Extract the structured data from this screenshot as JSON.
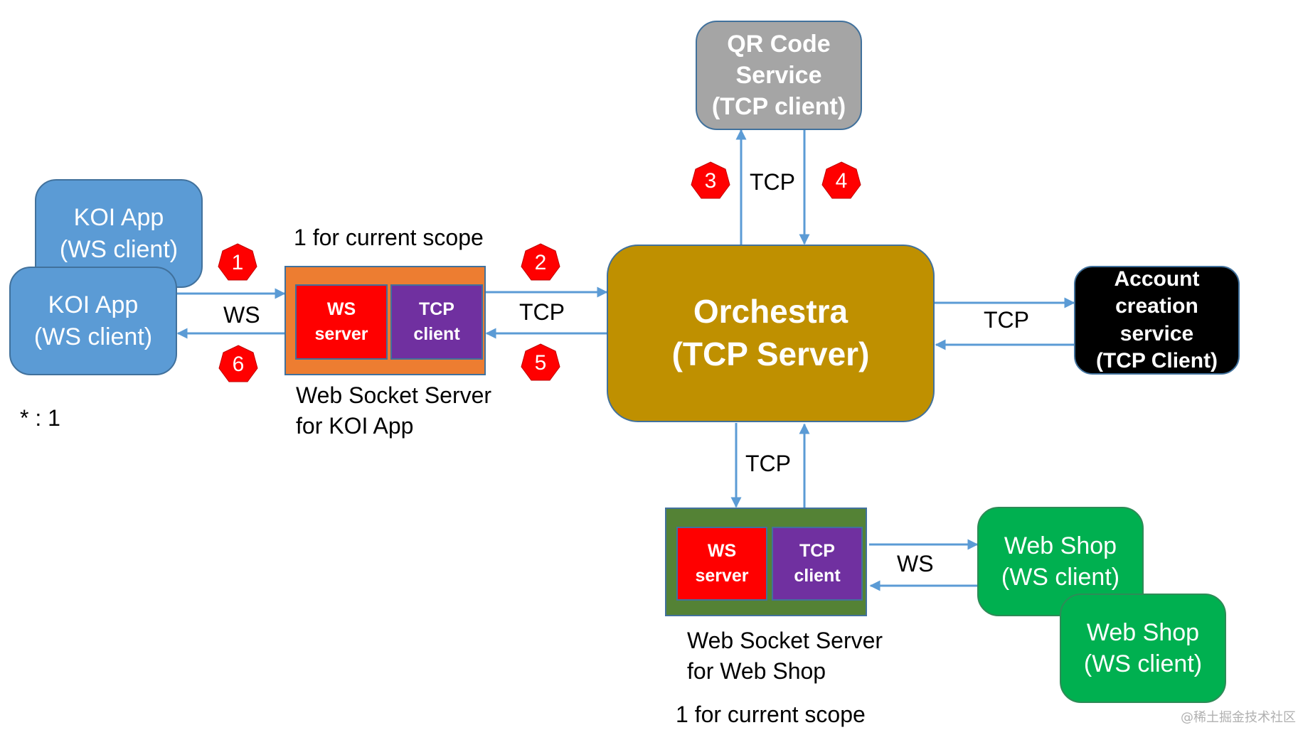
{
  "koi_app": {
    "front": "KOI App\n(WS client)",
    "back": "KOI App\n(WS client)"
  },
  "ws_server_koi": {
    "ws_label": "WS\nserver",
    "tcp_label": "TCP\nclient",
    "caption": "Web Socket Server\nfor KOI App",
    "scope_note": "1 for current scope"
  },
  "orchestra": {
    "label": "Orchestra\n(TCP Server)"
  },
  "qr_service": {
    "label": "QR Code\nService\n(TCP client)"
  },
  "account_service": {
    "label": "Account\ncreation\nservice\n(TCP Client)"
  },
  "ws_server_shop": {
    "ws_label": "WS\nserver",
    "tcp_label": "TCP\nclient",
    "caption": "Web Socket Server\nfor Web Shop",
    "scope_note": "1 for current scope"
  },
  "web_shop": {
    "front": "Web Shop\n(WS client)",
    "back": "Web Shop\n(WS client)"
  },
  "connection_labels": {
    "koi_ws": "WS",
    "koi_tcp": "TCP",
    "qr_tcp": "TCP",
    "acct_tcp": "TCP",
    "shop_tcp": "TCP",
    "shop_ws": "WS"
  },
  "step_markers": [
    "1",
    "2",
    "3",
    "4",
    "5",
    "6"
  ],
  "footnote": "* : 1",
  "watermark": "@稀土掘金技术社区",
  "colors": {
    "arrow": "#5b9bd5",
    "marker": "#ff0000",
    "koi": "#5b9bd5",
    "orchestra": "#bf9000",
    "ws_server": "#ff0000",
    "tcp_client": "#7030a0",
    "shop": "#00b050"
  }
}
